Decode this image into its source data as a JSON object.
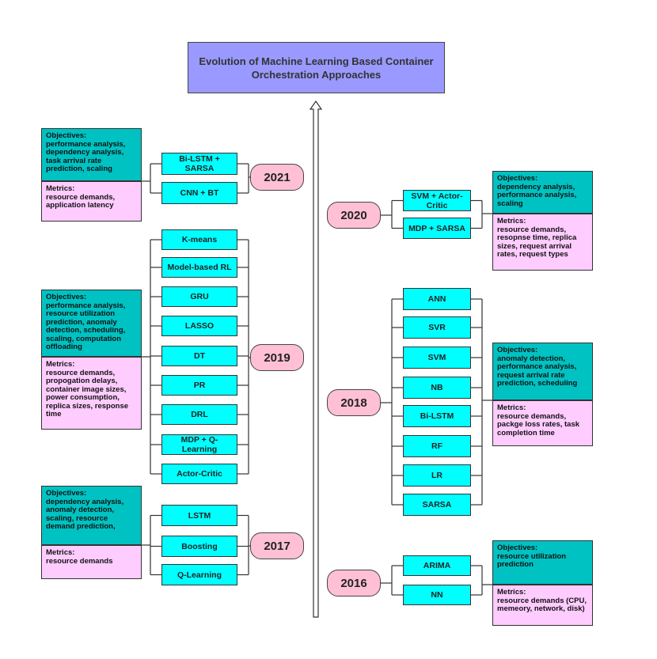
{
  "title": "Evolution of Machine Learning Based Container Orchestration Approaches",
  "objectives_label": "Objectives:",
  "metrics_label": "Metrics:",
  "colors": {
    "title_fill": "#9999ff",
    "method_fill": "#00ffff",
    "year_fill": "#ffc0d6",
    "objectives_fill": "#00c2c2",
    "metrics_fill": "#ffccff"
  },
  "groups": [
    {
      "year": "2021",
      "methods": [
        "Bi-LSTM + SARSA",
        "CNN + BT"
      ],
      "objectives": "performance analysis, dependency analysis, task arrival rate prediction, scaling",
      "metrics": "resource demands, application latency"
    },
    {
      "year": "2019",
      "methods": [
        "K-means",
        "Model-based RL",
        "GRU",
        "LASSO",
        "DT",
        "PR",
        "DRL",
        "MDP + Q-Learning",
        "Actor-Critic"
      ],
      "objectives": "performance analysis, resource utilization prediction, anomaly detection,  scheduling, scaling, computation offloading",
      "metrics": "resource demands, propogation delays, container image sizes, power consumption, replica sizes, response time"
    },
    {
      "year": "2017",
      "methods": [
        "LSTM",
        "Boosting",
        "Q-Learning"
      ],
      "objectives": "dependency analysis, anomaly detection, scaling, resource demand prediction,",
      "metrics": "resource demands"
    },
    {
      "year": "2020",
      "methods": [
        "SVM + Actor-Critic",
        "MDP + SARSA"
      ],
      "objectives": "dependency analysis, performance analysis, scaling",
      "metrics": "resource demands, resopnse time, replica sizes, request arrival rates, request types"
    },
    {
      "year": "2018",
      "methods": [
        "ANN",
        "SVR",
        "SVM",
        "NB",
        "Bi-LSTM",
        "RF",
        "LR",
        "SARSA"
      ],
      "objectives": "anomaly detection, performance analysis, request arrival rate prediction, scheduling",
      "metrics": "resource demands, packge loss rates, task completion time"
    },
    {
      "year": "2016",
      "methods": [
        "ARIMA",
        "NN"
      ],
      "objectives": "resource utilization prediction",
      "metrics": "resource demands (CPU, memeory, network, disk)"
    }
  ]
}
